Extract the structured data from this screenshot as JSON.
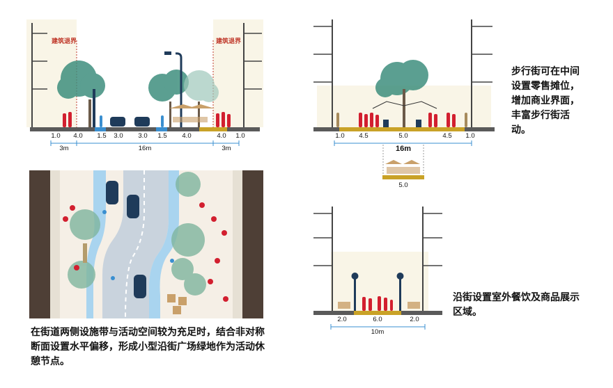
{
  "labels": {
    "building_line_left": "建筑退界",
    "building_line_right": "建筑退界"
  },
  "section1": {
    "dims": [
      "1.0",
      "4.0",
      "1.5",
      "3.0",
      "3.0",
      "1.5",
      "4.0",
      "4.0",
      "1.0"
    ],
    "totals": [
      "3m",
      "16m",
      "3m"
    ]
  },
  "section2": {
    "dims": [
      "1.0",
      "4.5",
      "5.0",
      "4.5",
      "1.0"
    ],
    "total": "16m",
    "detail_dim": "5.0",
    "note": "步行街可在中间设置零售摊位，增加商业界面，丰富步行街活动。"
  },
  "section3": {
    "dims": [
      "2.0",
      "6.0",
      "2.0"
    ],
    "total": "10m",
    "note": "沿街设置室外餐饮及商品展示区域。"
  },
  "plan": {
    "note": "在街道两侧设施带与活动空间较为充足时，结合非对称断面设置水平偏移，形成小型沿街广场绿地作为活动休憩节点。"
  },
  "colors": {
    "ground": "#5a5a5a",
    "gold": "#c9a227",
    "blue_lane": "#3a8fd0",
    "tree": "#3f8f7e",
    "people": "#d21f2f",
    "car": "#1f3b5a",
    "building": "#4e3f36"
  }
}
